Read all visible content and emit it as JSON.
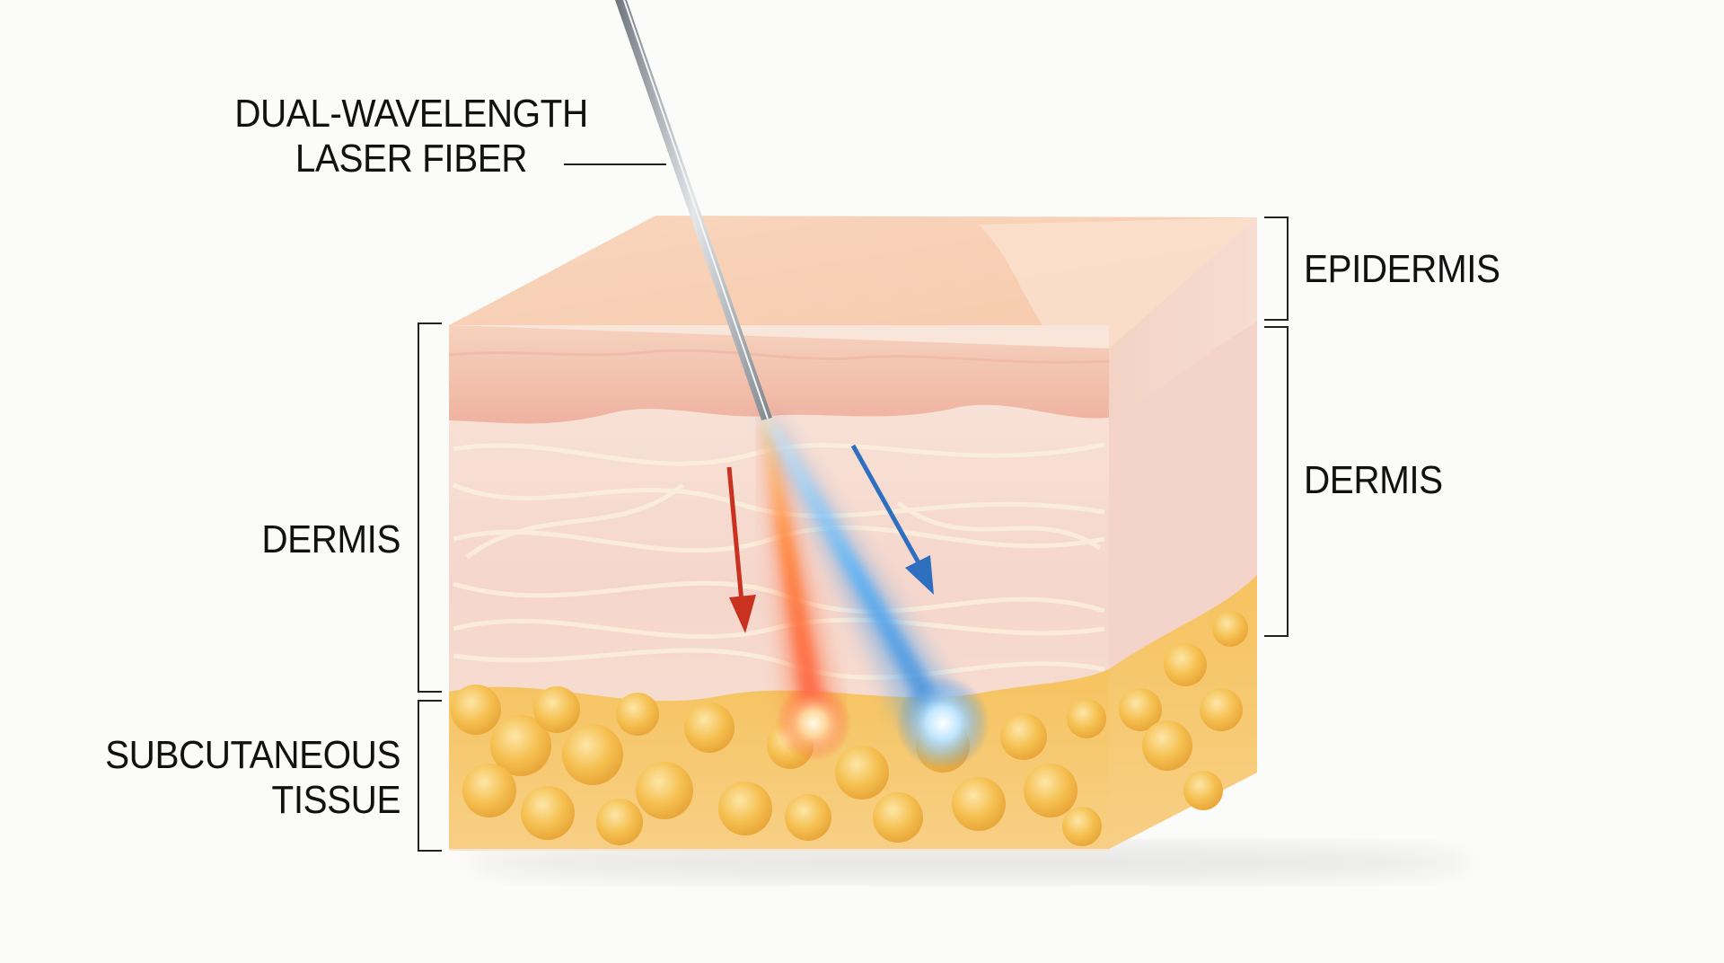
{
  "diagram": {
    "title": "Skin cross-section with dual-wavelength laser fiber",
    "labels": {
      "fiber": [
        "DUAL-WAVELENGTH",
        "LASER FIBER"
      ],
      "epidermis_right": "EPIDERMIS",
      "dermis_right": "DERMIS",
      "dermis_left": "DERMIS",
      "subcutaneous": [
        "SUBCUTANEOUS",
        "TISSUE"
      ]
    },
    "beams": [
      {
        "name": "red-wavelength-beam",
        "color": "#e8402a"
      },
      {
        "name": "blue-wavelength-beam",
        "color": "#3a86d8"
      }
    ],
    "colors": {
      "background": "#fbfbfa",
      "epidermis": "#f6cdb0",
      "dermis": "#f6dcd2",
      "fat": "#f3b94e",
      "fiber": "#9aa1a8",
      "text": "#111111"
    }
  }
}
